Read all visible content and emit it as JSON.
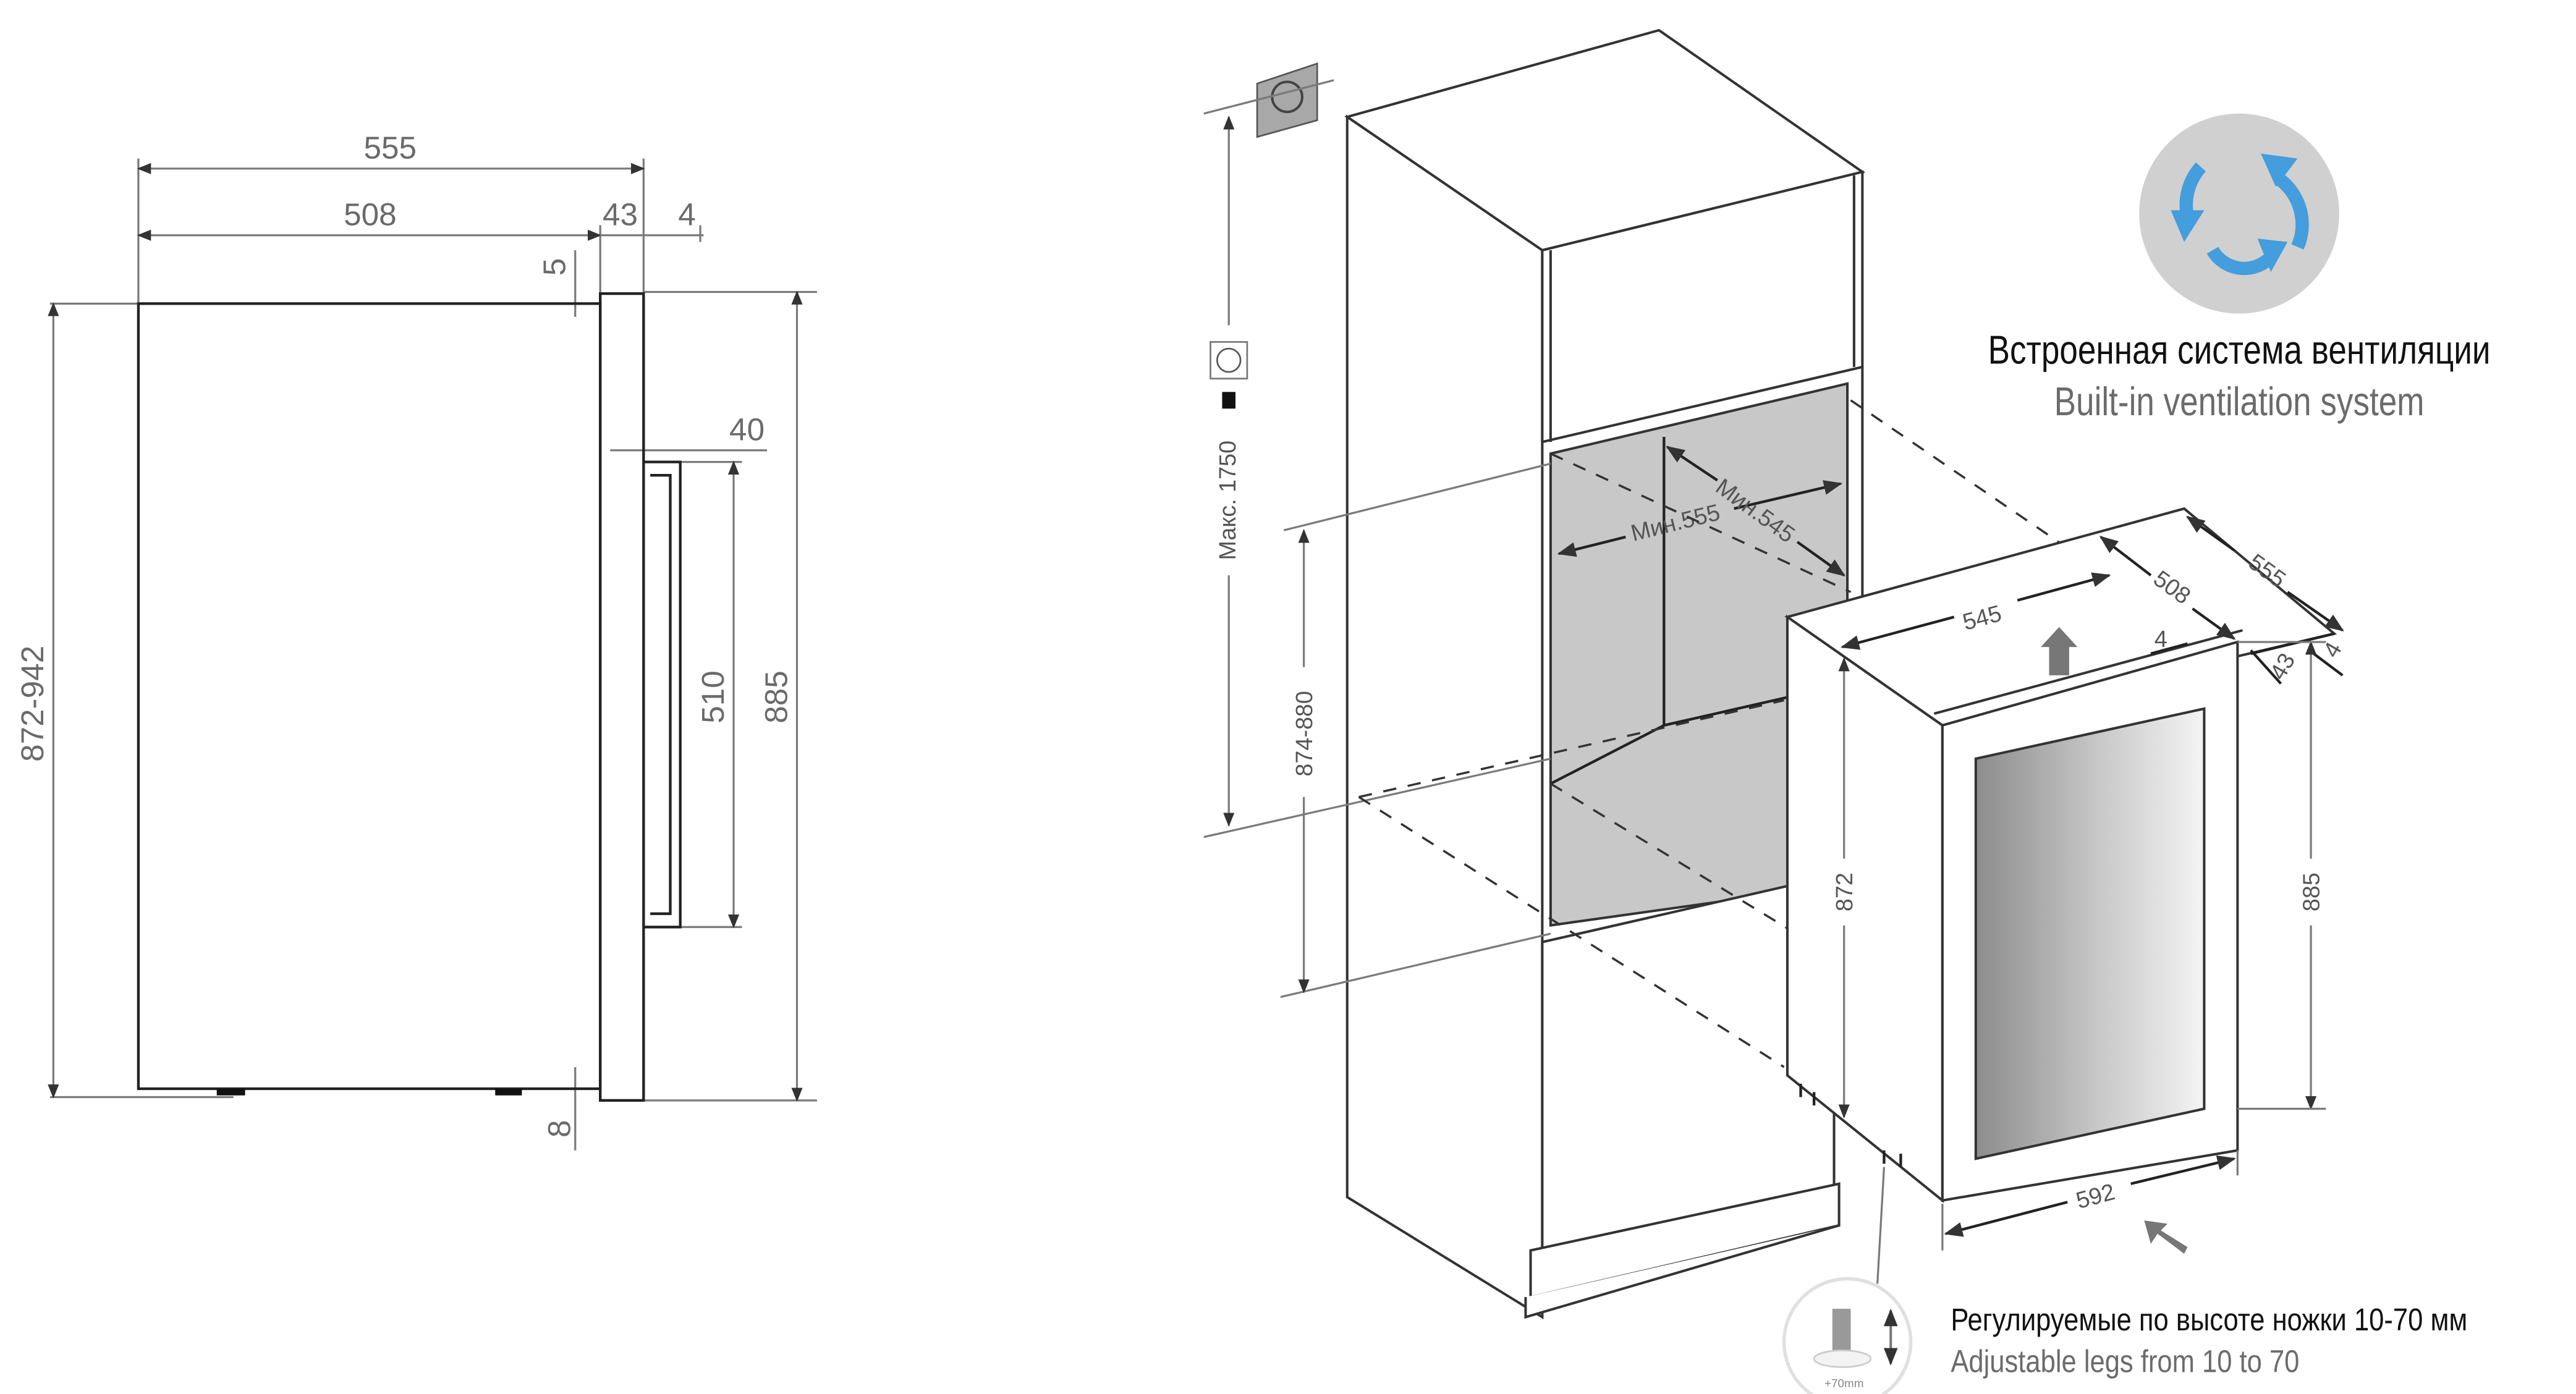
{
  "side_view": {
    "dims": {
      "overall_depth": "555",
      "body_depth": "508",
      "door_depth": "43",
      "gap": "4",
      "top_gap": "5",
      "handle_depth": "40",
      "handle_height": "510",
      "door_height": "885",
      "body_height": "872-942",
      "bottom_gap": "8"
    }
  },
  "iso_view": {
    "dims": {
      "max_socket_height": "Макс. 1750",
      "niche_height": "874-880",
      "niche_width": "Мин.555",
      "niche_depth": "Мин.545",
      "top_width": "545",
      "depth_508": "508",
      "depth_555": "555",
      "gap_4a": "4",
      "door_43": "43",
      "gap_4b": "4",
      "body_height": "872",
      "door_height": "885",
      "door_width": "592"
    }
  },
  "ventilation": {
    "title_ru": "Встроенная система вентиляции",
    "title_en": "Built-in ventilation system",
    "accent_color": "#449ddc"
  },
  "legs": {
    "badge": "+70mm",
    "title_ru": "Регулируемые по высоте ножки 10-70 мм",
    "title_en": "Adjustable legs from 10 to 70"
  }
}
